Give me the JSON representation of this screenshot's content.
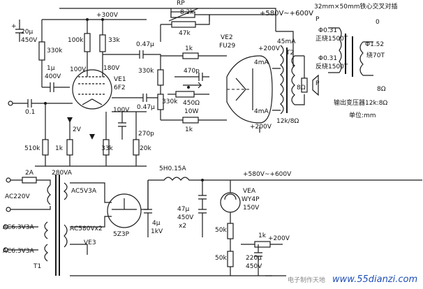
{
  "labels": {
    "rp": "RP",
    "r_8k2": "8.2k",
    "r_47k": "47k",
    "hv_supply": "+580V~+600V",
    "c_20u": "20μ",
    "c_450v": "450V",
    "plus_300v": "+300V",
    "r_330k_a": "330k",
    "r_100k": "100k",
    "r_33k_top": "33k",
    "c_047_a": "0.47μ",
    "c_1u": "1μ",
    "c_400v": "400V",
    "v_100_a": "100V",
    "v_180": "180V",
    "ve1_name": "VE1",
    "ve1_type": "6F2",
    "r_330k_b": "330k",
    "c_470p": "470p",
    "r_1k_top": "1k",
    "ve2_name": "VE2",
    "ve2_type": "FU29",
    "plus_200_a": "+200V",
    "ma_4_a": "4mA",
    "ma_45": "45mA",
    "t2_name": "T2",
    "ohm_8": "8Ω",
    "c_01": "0.1",
    "c_047_b": "0.47μ",
    "r_330k_c": "330k",
    "r_450": "450Ω",
    "r_10w": "10W",
    "v_100_b": "100V",
    "ma_4_b": "4mA",
    "v_2": "2V",
    "c_270p": "270p",
    "r_1k_mid": "1k",
    "plus_200_b": "+200V",
    "ratio_12k": "12k/8Ω",
    "r_510k": "510k",
    "r_1k_low": "1k",
    "r_33k_low": "33k",
    "r_20k": "20k",
    "t2_core": "32mm×50mm铁心交叉对插",
    "t2_p_top": "P",
    "t2_wire_a": "Φ0.31",
    "t2_pri_fwd": "正绕1500T",
    "t2_wire_b": "Φ0.31",
    "t2_pri_rev": "反绕1500T",
    "t2_p_bot": "P",
    "t2_s0": "0",
    "t2_wire_c": "Φ1.52",
    "t2_sec": "绕70T",
    "t2_s8": "8Ω",
    "t2_caption": "输出变压器12k:8Ω",
    "t2_unit": "单位:mm",
    "fuse": "2A",
    "t1_va": "280VA",
    "choke": "5H0.15A",
    "hv_supply_b": "+580V~+600V",
    "ac220": "AC220V",
    "ac5v3a": "AC5V3A",
    "vea_name": "VEA",
    "vea_type": "WY4P",
    "v_150": "150V",
    "c_47u": "47μ",
    "c_47u_v": "450V",
    "c_47u_x2": "x2",
    "r_50k_a": "50k",
    "ac63_a": "AC6.3V3A",
    "ac580": "AC580Vx2",
    "ve3_type": "5Z3P",
    "ve3_name": "VE3",
    "c_4u": "4μ",
    "c_1kv": "1kV",
    "r_1k_ps": "1k",
    "plus_200_ps": "+200V",
    "r_50k_b": "50k",
    "c_220u": "220μ",
    "c_220u_v": "450V",
    "ac63_b": "AC6.3V3A",
    "t1_name": "T1",
    "wm_cn": "电子制作天地",
    "wm_url": "www.55dianzi.com"
  }
}
